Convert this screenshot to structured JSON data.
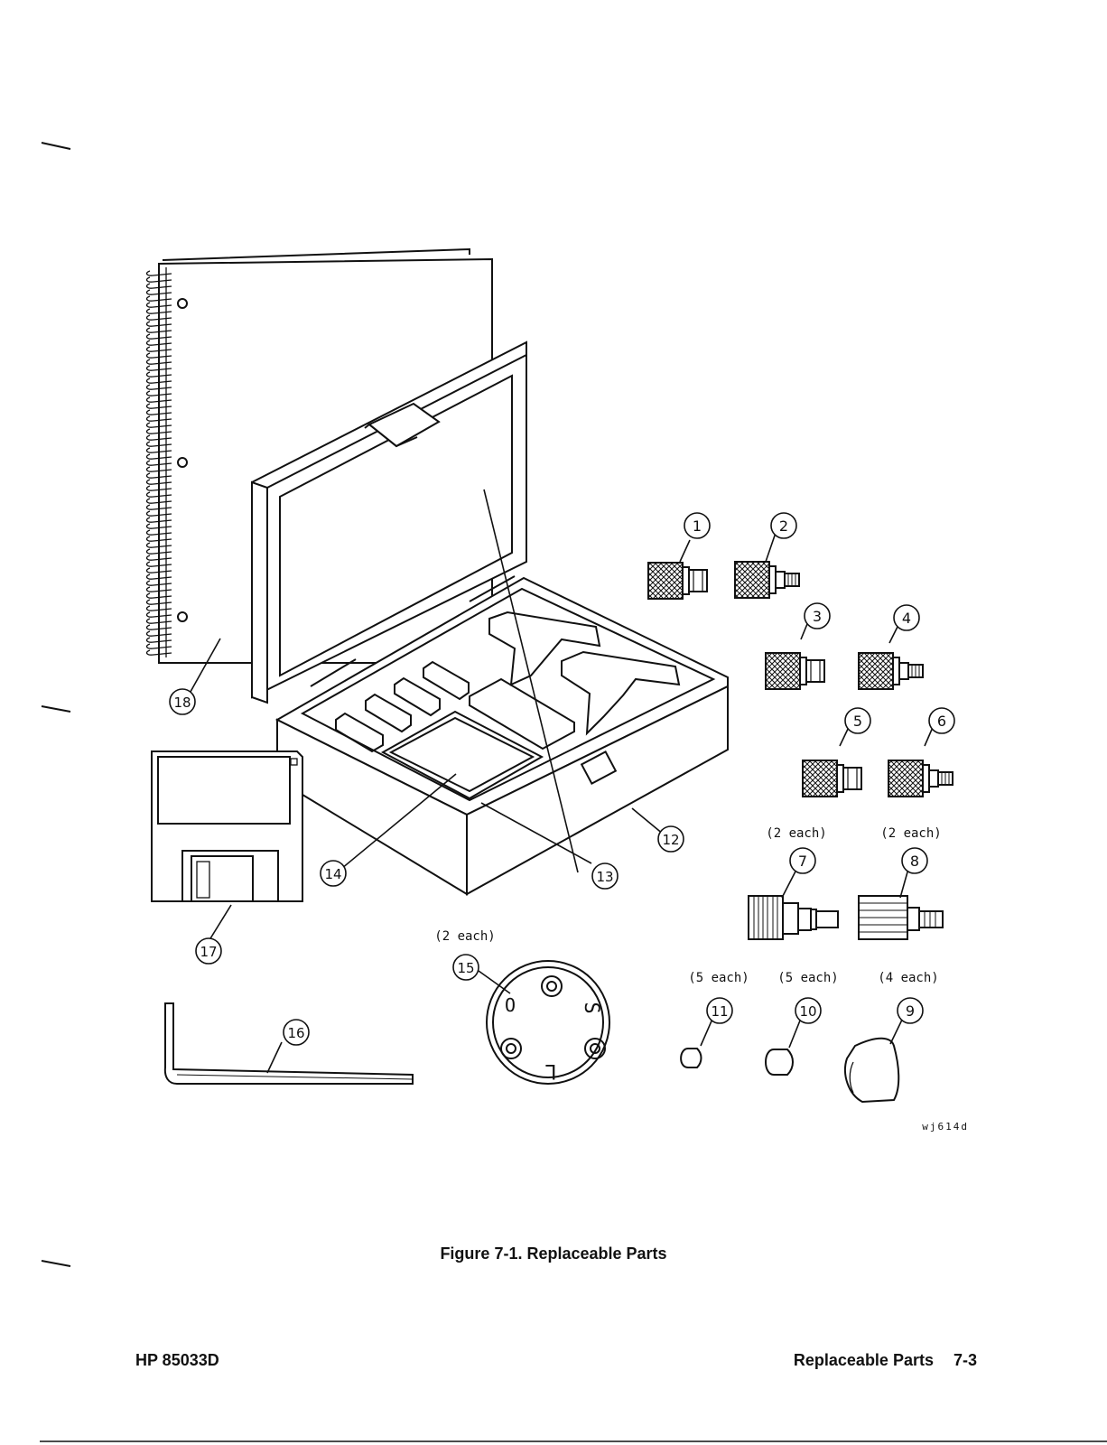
{
  "figure": {
    "caption": "Figure 7-1. Replaceable Parts",
    "drawing_id": "wj614d",
    "callouts": [
      "1",
      "2",
      "3",
      "4",
      "5",
      "6",
      "7",
      "8",
      "9",
      "10",
      "11",
      "12",
      "13",
      "14",
      "15",
      "16",
      "17",
      "18"
    ],
    "quantity_notes": {
      "item7": "(2 each)",
      "item8": "(2 each)",
      "item9": "(4 each)",
      "item10": "(5 each)",
      "item11": "(5 each)",
      "item15": "(2 each)"
    },
    "gauge_letters": [
      "O",
      "S",
      "L"
    ]
  },
  "footer": {
    "model": "HP 85033D",
    "section": "Replaceable Parts",
    "page": "7-3"
  },
  "colors": {
    "ink": "#111111",
    "paper": "#ffffff"
  }
}
